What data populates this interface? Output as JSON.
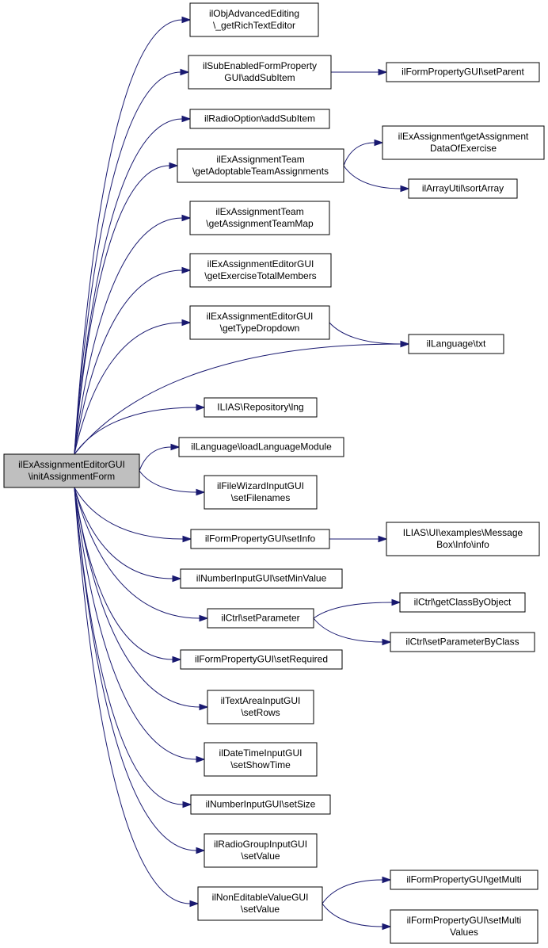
{
  "diagram": {
    "type": "call-graph",
    "root": "n0",
    "colors": {
      "edge": "#191970",
      "root_fill": "#bfbfbf",
      "node_fill": "#ffffff",
      "node_border": "#000000"
    },
    "nodes": [
      {
        "id": "n0",
        "lines": [
          "ilExAssignmentEditorGUI",
          "\\initAssignmentForm"
        ]
      },
      {
        "id": "n1",
        "lines": [
          "ilObjAdvancedEditing",
          "\\_getRichTextEditor"
        ]
      },
      {
        "id": "n2",
        "lines": [
          "ilSubEnabledFormProperty",
          "GUI\\addSubItem"
        ]
      },
      {
        "id": "n3",
        "lines": [
          "ilFormPropertyGUI\\setParent"
        ]
      },
      {
        "id": "n4",
        "lines": [
          "ilRadioOption\\addSubItem"
        ]
      },
      {
        "id": "n5",
        "lines": [
          "ilExAssignmentTeam",
          "\\getAdoptableTeamAssignments"
        ]
      },
      {
        "id": "n6",
        "lines": [
          "ilExAssignment\\getAssignment",
          "DataOfExercise"
        ]
      },
      {
        "id": "n7",
        "lines": [
          "ilArrayUtil\\sortArray"
        ]
      },
      {
        "id": "n8",
        "lines": [
          "ilExAssignmentTeam",
          "\\getAssignmentTeamMap"
        ]
      },
      {
        "id": "n9",
        "lines": [
          "ilExAssignmentEditorGUI",
          "\\getExerciseTotalMembers"
        ]
      },
      {
        "id": "n10",
        "lines": [
          "ilExAssignmentEditorGUI",
          "\\getTypeDropdown"
        ]
      },
      {
        "id": "n11",
        "lines": [
          "ilLanguage\\txt"
        ]
      },
      {
        "id": "n12",
        "lines": [
          "ILIAS\\Repository\\lng"
        ]
      },
      {
        "id": "n13",
        "lines": [
          "ilLanguage\\loadLanguageModule"
        ]
      },
      {
        "id": "n14",
        "lines": [
          "ilFileWizardInputGUI",
          "\\setFilenames"
        ]
      },
      {
        "id": "n15",
        "lines": [
          "ilFormPropertyGUI\\setInfo"
        ]
      },
      {
        "id": "n16",
        "lines": [
          "ILIAS\\UI\\examples\\Message",
          "Box\\Info\\info"
        ]
      },
      {
        "id": "n17",
        "lines": [
          "ilNumberInputGUI\\setMinValue"
        ]
      },
      {
        "id": "n18",
        "lines": [
          "ilCtrl\\setParameter"
        ]
      },
      {
        "id": "n19",
        "lines": [
          "ilCtrl\\getClassByObject"
        ]
      },
      {
        "id": "n20",
        "lines": [
          "ilCtrl\\setParameterByClass"
        ]
      },
      {
        "id": "n21",
        "lines": [
          "ilFormPropertyGUI\\setRequired"
        ]
      },
      {
        "id": "n22",
        "lines": [
          "ilTextAreaInputGUI",
          "\\setRows"
        ]
      },
      {
        "id": "n23",
        "lines": [
          "ilDateTimeInputGUI",
          "\\setShowTime"
        ]
      },
      {
        "id": "n24",
        "lines": [
          "ilNumberInputGUI\\setSize"
        ]
      },
      {
        "id": "n25",
        "lines": [
          "ilRadioGroupInputGUI",
          "\\setValue"
        ]
      },
      {
        "id": "n26",
        "lines": [
          "ilNonEditableValueGUI",
          "\\setValue"
        ]
      },
      {
        "id": "n27",
        "lines": [
          "ilFormPropertyGUI\\getMulti"
        ]
      },
      {
        "id": "n28",
        "lines": [
          "ilFormPropertyGUI\\setMulti",
          "Values"
        ]
      }
    ],
    "edges": [
      [
        "n0",
        "n1"
      ],
      [
        "n0",
        "n2"
      ],
      [
        "n0",
        "n4"
      ],
      [
        "n0",
        "n5"
      ],
      [
        "n0",
        "n8"
      ],
      [
        "n0",
        "n9"
      ],
      [
        "n0",
        "n10"
      ],
      [
        "n0",
        "n11"
      ],
      [
        "n0",
        "n12"
      ],
      [
        "n0",
        "n13"
      ],
      [
        "n0",
        "n14"
      ],
      [
        "n0",
        "n15"
      ],
      [
        "n0",
        "n17"
      ],
      [
        "n0",
        "n18"
      ],
      [
        "n0",
        "n21"
      ],
      [
        "n0",
        "n22"
      ],
      [
        "n0",
        "n23"
      ],
      [
        "n0",
        "n24"
      ],
      [
        "n0",
        "n25"
      ],
      [
        "n0",
        "n26"
      ],
      [
        "n2",
        "n3"
      ],
      [
        "n5",
        "n6"
      ],
      [
        "n5",
        "n7"
      ],
      [
        "n10",
        "n11"
      ],
      [
        "n15",
        "n16"
      ],
      [
        "n18",
        "n19"
      ],
      [
        "n18",
        "n20"
      ],
      [
        "n26",
        "n27"
      ],
      [
        "n26",
        "n28"
      ]
    ]
  }
}
